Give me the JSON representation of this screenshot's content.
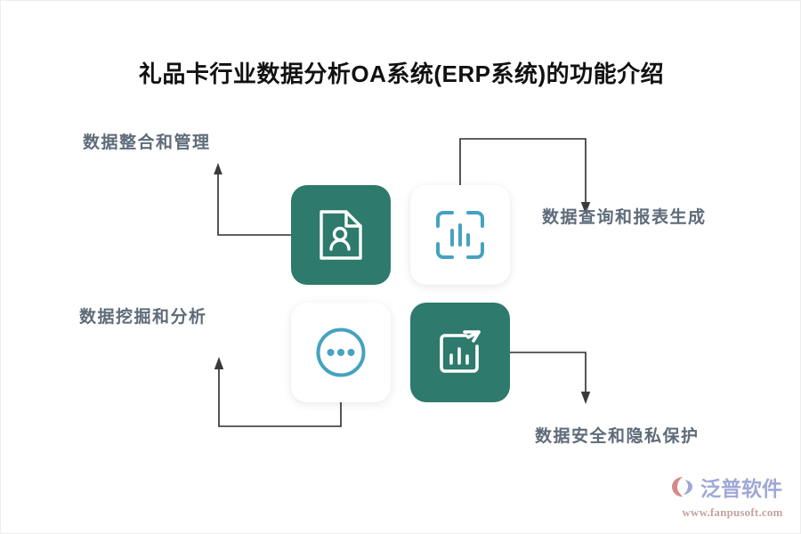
{
  "page": {
    "title": "礼品卡行业数据分析OA系统(ERP系统)的功能介绍"
  },
  "colors": {
    "background": "#ffffff",
    "teal": "#2E7A6C",
    "icon_blue": "#45A2C0",
    "label_text": "#5E6B79",
    "title_text": "#111111",
    "connector": "#2B2B2B",
    "watermark_name": "#9FA8D6",
    "watermark_url": "#C6A2A2"
  },
  "cards": [
    {
      "id": "data-integration",
      "icon": "document-user-icon",
      "style": "teal",
      "label": "数据整合和管理",
      "label_position": "top-left"
    },
    {
      "id": "data-query-report",
      "icon": "bar-chart-scan-icon",
      "style": "white",
      "label": "数据查询和报表生成",
      "label_position": "right"
    },
    {
      "id": "data-mining",
      "icon": "circle-ellipsis-icon",
      "style": "white",
      "label": "数据挖掘和分析",
      "label_position": "left"
    },
    {
      "id": "data-security",
      "icon": "bar-chart-arrow-icon",
      "style": "teal",
      "label": "数据安全和隐私保护",
      "label_position": "bottom-right"
    }
  ],
  "connectors": [
    {
      "id": "connector-data-integration",
      "from": "data-integration",
      "to": "数据整合和管理"
    },
    {
      "id": "connector-data-query-report",
      "from": "data-query-report",
      "to": "数据查询和报表生成"
    },
    {
      "id": "connector-data-mining",
      "from": "data-mining",
      "to": "数据挖掘和分析"
    },
    {
      "id": "connector-data-security",
      "from": "data-security",
      "to": "数据安全和隐私保护"
    }
  ],
  "watermark": {
    "brand": "泛普软件",
    "url": "www.fanpusoft.com"
  }
}
